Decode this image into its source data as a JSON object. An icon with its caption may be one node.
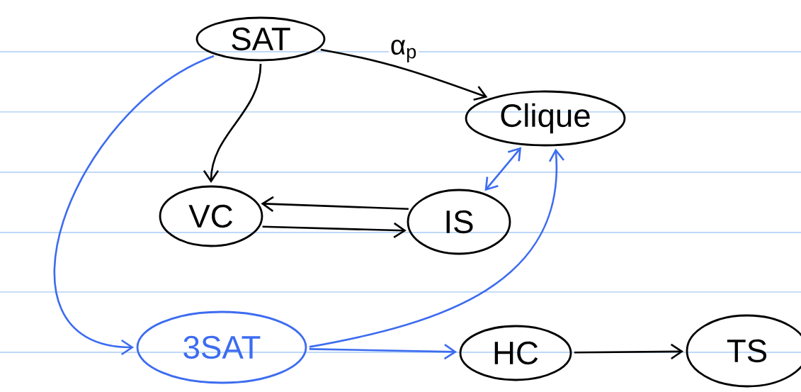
{
  "diagram": {
    "nodes": [
      {
        "text": [
          "SAT"
        ]
      },
      {
        "text": [
          "Clique"
        ]
      },
      {
        "text": [
          "VC"
        ]
      },
      {
        "text": [
          "IS"
        ]
      },
      {
        "text": [
          "3SAT"
        ]
      },
      {
        "text": [
          "HC"
        ]
      },
      {
        "text": [
          "TS"
        ]
      }
    ],
    "edges": [
      {
        "from": 0,
        "to": 1,
        "arrow": "to",
        "label": "α$_{p}$"
      },
      {
        "from": 0,
        "to": 2,
        "arrow": "to"
      },
      {
        "from": 3,
        "to": 2,
        "arrow": "to"
      },
      {
        "from": 2,
        "to": 3,
        "arrow": "to"
      },
      {
        "from": 3,
        "to": 1,
        "arrow": "both",
        "color": "#3d6cf0"
      },
      {
        "from": 0,
        "to": 4,
        "arrow": "to",
        "color": "#3d6cf0"
      },
      {
        "from": 4,
        "to": 1,
        "arrow": "to",
        "color": "#3d6cf0"
      },
      {
        "from": 4,
        "to": 5,
        "arrow": "to",
        "color": "#3d6cf0"
      },
      {
        "from": 5,
        "to": 6,
        "arrow": "to"
      }
    ]
  }
}
